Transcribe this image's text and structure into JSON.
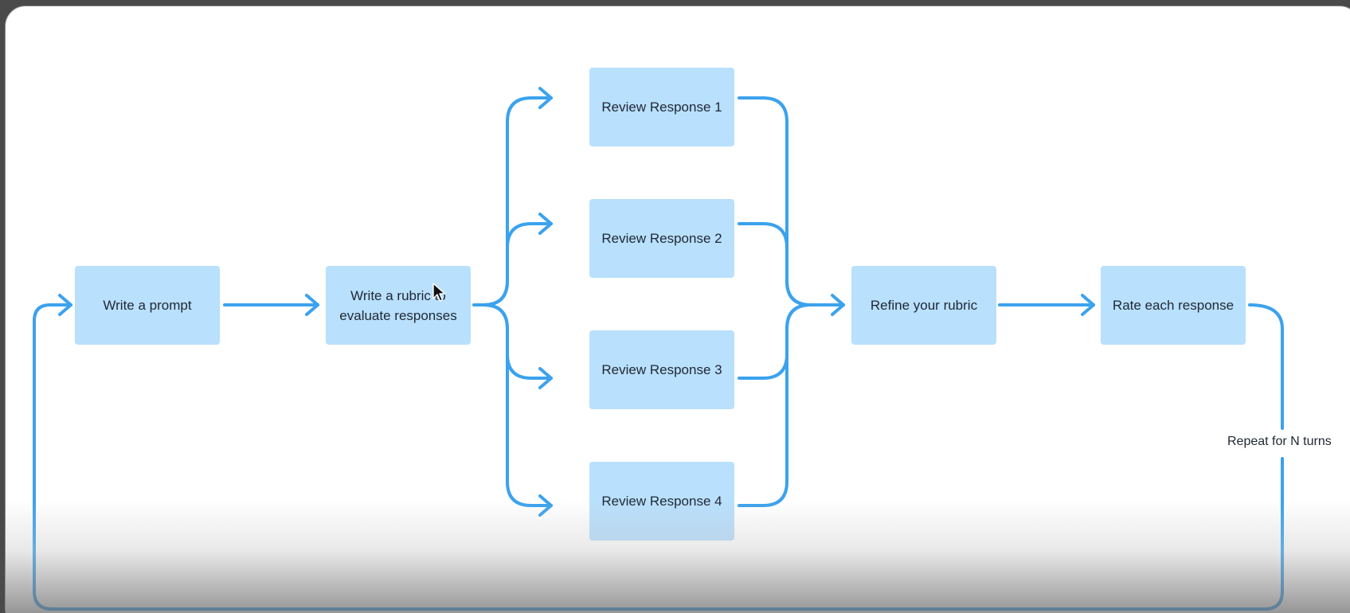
{
  "diagram": {
    "nodes": {
      "write_prompt": "Write a prompt",
      "write_rubric_line1": "Write a rubric to",
      "write_rubric_line2": "evaluate responses",
      "review_1": "Review Response 1",
      "review_2": "Review Response 2",
      "review_3": "Review Response 3",
      "review_4": "Review Response 4",
      "refine_rubric": "Refine your rubric",
      "rate_each": "Rate each response"
    },
    "loop_label": "Repeat for N turns"
  },
  "colors": {
    "node_fill": "#b9e0fd",
    "arrow": "#3ba2ee",
    "text": "#1f2733"
  },
  "icons": [
    "mouse-pointer-icon"
  ]
}
